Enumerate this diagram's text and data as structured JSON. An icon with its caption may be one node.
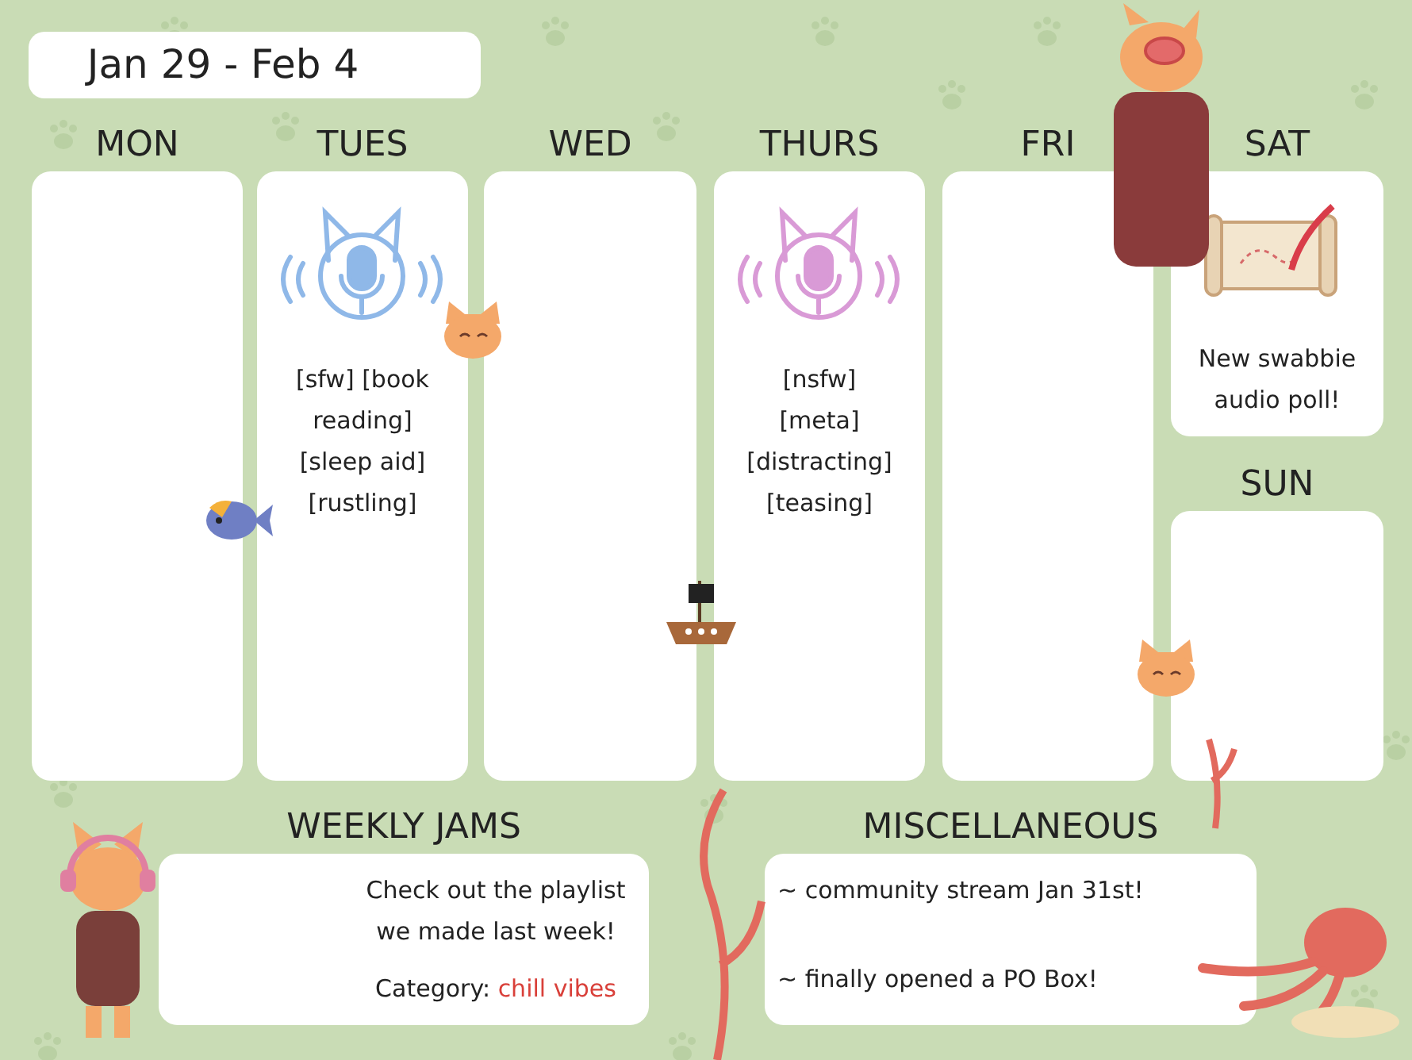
{
  "diagram": {
    "title": "Jan 29 - Feb 4",
    "nodes": [
      {
        "text": [
          "MON"
        ]
      },
      {
        "text": [
          "TUES",
          "[sfw] [book reading] [sleep aid] [rustling]"
        ]
      },
      {
        "text": [
          "WED"
        ]
      },
      {
        "text": [
          "THURS",
          "[nsfw] [meta] [distracting] [teasing]"
        ]
      },
      {
        "text": [
          "FRI"
        ]
      },
      {
        "text": [
          "SAT",
          "New swabbie audio poll!"
        ]
      },
      {
        "text": [
          "SUN"
        ]
      },
      {
        "text": [
          "WEEKLY JAMS",
          "Check out the playlist we made last week!",
          "Category:",
          "chill vibes"
        ]
      },
      {
        "text": [
          "MISCELLANEOUS",
          "~ community stream Jan 31st!",
          "~ finally opened a PO Box!"
        ]
      }
    ]
  }
}
